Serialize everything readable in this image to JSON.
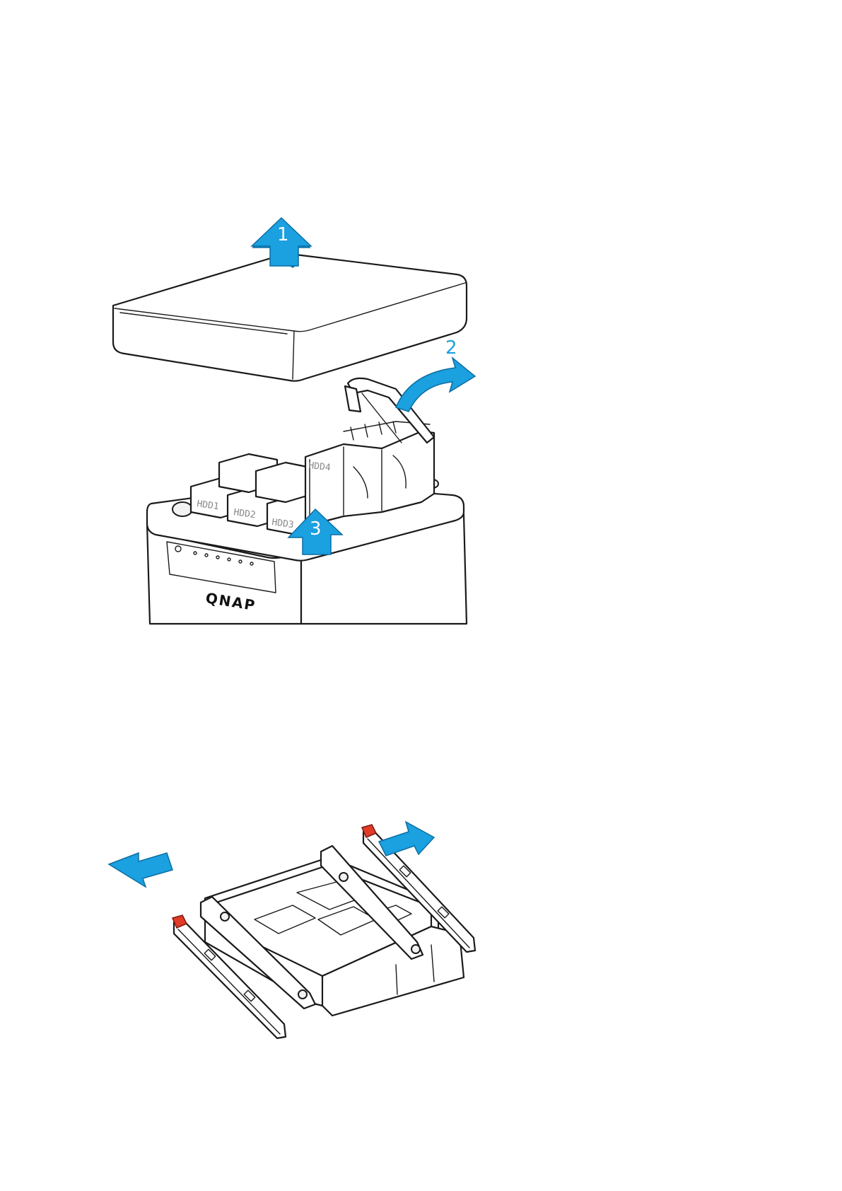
{
  "figure1": {
    "steps": {
      "step1": "1",
      "step2": "2",
      "step3": "3"
    },
    "bay_labels": {
      "hdd1": "HDD1",
      "hdd2": "HDD2",
      "hdd3": "HDD3",
      "hdd4": "HDD4"
    },
    "logo_text": "QNAP"
  },
  "figure2": {},
  "colors": {
    "arrow": "#1ba0e0",
    "release_tab": "#e03c28",
    "line": "#1a1a1a"
  }
}
